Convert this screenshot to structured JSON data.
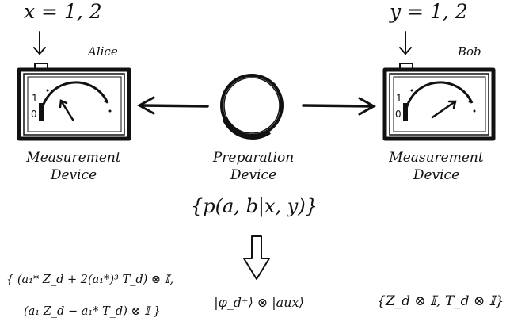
{
  "alice": {
    "setting": "x = 1, 2",
    "name": "Alice",
    "label_line1": "Measurement",
    "label_line2": "Device",
    "dial_tick_1": "1",
    "dial_tick_0": "0"
  },
  "bob": {
    "setting": "y = 1, 2",
    "name": "Bob",
    "label_line1": "Measurement",
    "label_line2": "Device",
    "dial_tick_1": "1",
    "dial_tick_0": "0"
  },
  "source": {
    "label_line1": "Preparation",
    "label_line2": "Device"
  },
  "correlations": "{p(a, b|x, y)}",
  "left_operators_line1": "{ (a₁* Z_d + 2(a₁*)³ T_d) ⊗ 𝕀,",
  "left_operators_line2": "(a₁ Z_d − a₁* T_d) ⊗ 𝕀 }",
  "state": "|φ_d⁺⟩ ⊗ |aux⟩",
  "right_operators": "{Z_d ⊗ 𝕀, T_d ⊗ 𝕀}"
}
